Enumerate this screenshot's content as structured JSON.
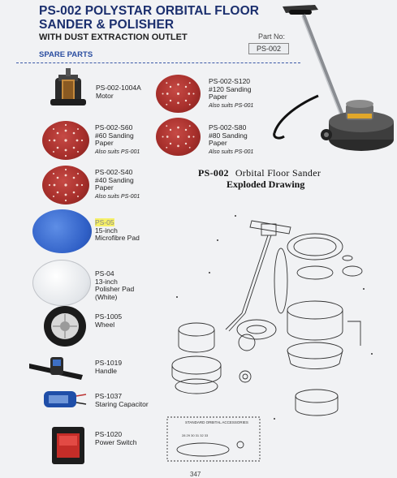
{
  "header": {
    "title_line1": "PS-002 POLYSTAR ORBITAL FLOOR",
    "title_line2": "SANDER & POLISHER",
    "subtitle": "WITH DUST EXTRACTION OUTLET",
    "part_no_label": "Part No:",
    "part_no": "PS-002",
    "section": "SPARE PARTS"
  },
  "parts": [
    {
      "code": "PS-002-1004A",
      "name": "Motor",
      "note": ""
    },
    {
      "code": "PS-002-S120",
      "name": "#120 Sanding Paper",
      "note": "Also suits PS-001"
    },
    {
      "code": "PS-002-S60",
      "name": "#60 Sanding Paper",
      "note": "Also suits PS-001"
    },
    {
      "code": "PS-002-S80",
      "name": "#80 Sanding Paper",
      "note": "Also suits PS-001"
    },
    {
      "code": "PS-002-S40",
      "name": "#40 Sanding Paper",
      "note": "Also suits PS-001"
    },
    {
      "code": "PS-05",
      "name": "15-inch Microfibre Pad",
      "note": ""
    },
    {
      "code": "PS-04",
      "name": "13-inch Polisher Pad (White)",
      "note": ""
    },
    {
      "code": "PS-1005",
      "name": "Wheel",
      "note": ""
    },
    {
      "code": "PS-1019",
      "name": "Handle",
      "note": ""
    },
    {
      "code": "PS-1037",
      "name": "Staring Capacitor",
      "note": ""
    },
    {
      "code": "PS-1020",
      "name": "Power Switch",
      "note": ""
    }
  ],
  "exploded": {
    "model": "PS-002",
    "title": "Orbital Floor Sander",
    "subtitle": "Exploded Drawing",
    "box_label": "STANDARD ORBITAL ACCESSORIES",
    "box_numbers": "28 29 30 31 32 33"
  },
  "page_number": "347",
  "colors": {
    "title": "#1b2f6e",
    "section": "#2a4da0",
    "disc": "#a8302c",
    "pad": "#2f5fc6"
  }
}
